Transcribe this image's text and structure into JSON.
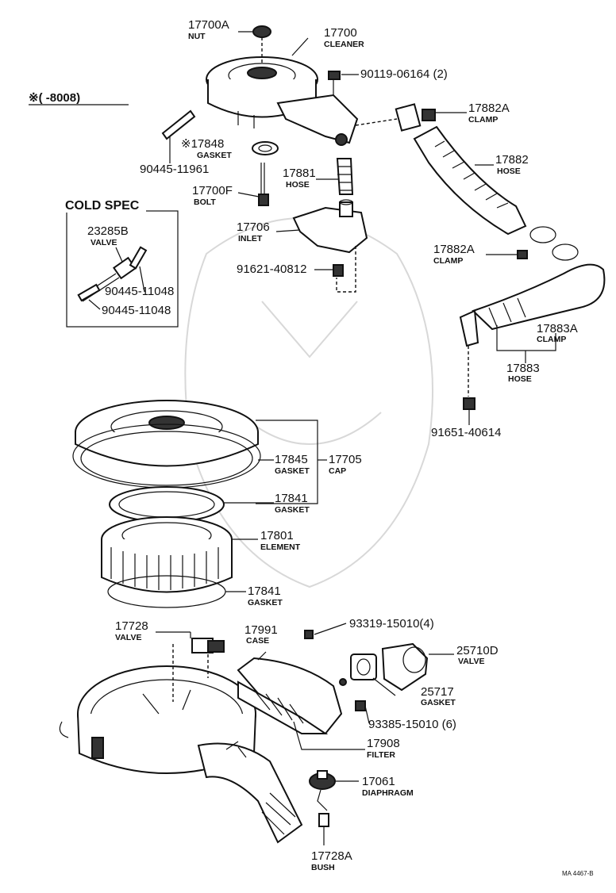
{
  "header_note": "※(      -8008)",
  "cold_spec": {
    "title": "COLD SPEC"
  },
  "labels": [
    {
      "key": "l17700A",
      "num": "17700A",
      "name": "NUT"
    },
    {
      "key": "l17700",
      "num": "17700",
      "name": "CLEANER"
    },
    {
      "key": "l90119",
      "num": "90119-06164 (2)",
      "name": ""
    },
    {
      "key": "l17882A_top",
      "num": "17882A",
      "name": "CLAMP"
    },
    {
      "key": "l17848",
      "num": "※17848",
      "name": "GASKET"
    },
    {
      "key": "l90445_11961",
      "num": "90445-11961",
      "name": ""
    },
    {
      "key": "l17882",
      "num": "17882",
      "name": "HOSE"
    },
    {
      "key": "l17881",
      "num": "17881",
      "name": "HOSE"
    },
    {
      "key": "l17700F",
      "num": "17700F",
      "name": "BOLT"
    },
    {
      "key": "l23285B",
      "num": "23285B",
      "name": "VALVE"
    },
    {
      "key": "l17706",
      "num": "17706",
      "name": "INLET"
    },
    {
      "key": "l17882A_mid",
      "num": "17882A",
      "name": "CLAMP"
    },
    {
      "key": "l91621",
      "num": "91621-40812",
      "name": ""
    },
    {
      "key": "l90445_a",
      "num": "90445-11048",
      "name": ""
    },
    {
      "key": "l90445_b",
      "num": "90445-11048",
      "name": ""
    },
    {
      "key": "l17883A",
      "num": "17883A",
      "name": "CLAMP"
    },
    {
      "key": "l17883",
      "num": "17883",
      "name": "HOSE"
    },
    {
      "key": "l91651",
      "num": "91651-40614",
      "name": ""
    },
    {
      "key": "l17845",
      "num": "17845",
      "name": "GASKET"
    },
    {
      "key": "l17705",
      "num": "17705",
      "name": "CAP"
    },
    {
      "key": "l17841_top",
      "num": "17841",
      "name": "GASKET"
    },
    {
      "key": "l17801",
      "num": "17801",
      "name": "ELEMENT"
    },
    {
      "key": "l17841_bot",
      "num": "17841",
      "name": "GASKET"
    },
    {
      "key": "l17728",
      "num": "17728",
      "name": "VALVE"
    },
    {
      "key": "l17991",
      "num": "17991",
      "name": "CASE"
    },
    {
      "key": "l93319",
      "num": "93319-15010(4)",
      "name": ""
    },
    {
      "key": "l25710D",
      "num": "25710D",
      "name": "VALVE"
    },
    {
      "key": "l25717",
      "num": "25717",
      "name": "GASKET"
    },
    {
      "key": "l93385",
      "num": "93385-15010 (6)",
      "name": ""
    },
    {
      "key": "l17908",
      "num": "17908",
      "name": "FILTER"
    },
    {
      "key": "l17061",
      "num": "17061",
      "name": "DIAPHRAGM"
    },
    {
      "key": "l17728A",
      "num": "17728A",
      "name": "BUSH"
    }
  ],
  "caption": "MA 4467-B"
}
